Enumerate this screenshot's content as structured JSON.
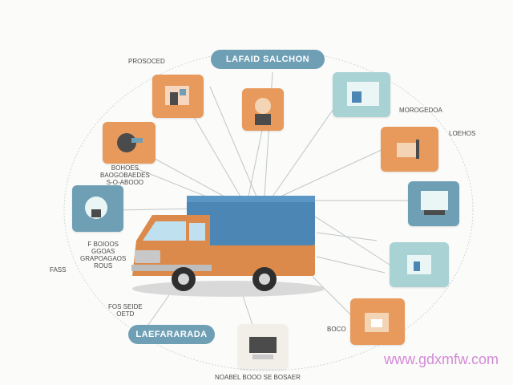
{
  "title_pill": "LAFAID SALCHON",
  "bottom_pill": "LAEFARARADA",
  "watermark": "www.gdxmfw.com",
  "labels": {
    "top_left": "PROSOCED",
    "left_upper": "BOHOES\nBAOGOBAEDES\nS-O-ABOOO",
    "left_mid": "F BOIOOS\nGGOAS\nGRAPOAGAOS\nROUS",
    "left_small": "FASS",
    "left_lower": "FOS SEIDE\nOETD",
    "top_right": "MOROGEDOA",
    "right_mid": "LOEHOS",
    "right_lower": "BOCO",
    "bottom": "NOABEL BOOO SE BOSAER"
  },
  "colors": {
    "orange": "#e89a5c",
    "blue": "#6f9fb5",
    "teal_bg": "#a9d2d4",
    "truck_blue": "#4b86b5",
    "truck_orange": "#dc8a4b"
  },
  "icons": [
    "workshop-icon",
    "mechanic-icon",
    "control-panel-icon",
    "tools-icon",
    "forklift-icon",
    "warehouse-icon",
    "tablet-icon",
    "loader-icon",
    "scanner-icon",
    "cargo-icon",
    "inspection-icon"
  ]
}
